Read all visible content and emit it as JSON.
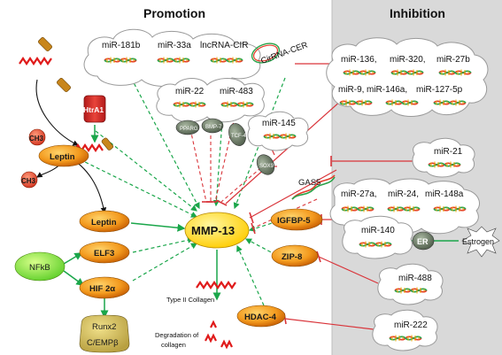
{
  "headers": {
    "promotion": "Promotion",
    "inhibition": "Inhibition"
  },
  "center": "MMP-13",
  "promotion_clouds": {
    "top": [
      "miR-181b",
      "miR-33a",
      "lncRNA-CIR"
    ],
    "mid": [
      "miR-22",
      "miR-483"
    ],
    "mid_small": "miR-145"
  },
  "factors": {
    "pparg": "PPARG",
    "bmp": "BMP-7",
    "tcf": "TCF-4",
    "sox": "SOX9"
  },
  "left_nodes": {
    "htra1": "HtrA1",
    "ch3_top": "CH3",
    "leptin_top": "Leptin",
    "ch3_bottom": "CH3",
    "leptin": "Leptin",
    "elf3": "ELF3",
    "hif": "HIF 2α",
    "nfkb": "NFkB",
    "runx2": "Runx2",
    "cebp": "C/EMPβ"
  },
  "right_nodes": {
    "igfbp": "IGFBP-5",
    "zip8": "ZIP-8",
    "hdac": "HDAC-4",
    "er": "ER",
    "estrogen": "Estrogen",
    "gas5": "GAS5",
    "circrna": "CirRNA-CER"
  },
  "inhibition_clouds": {
    "big_row1": [
      "miR-136,",
      "miR-320,",
      "miR-27b"
    ],
    "big_row2": [
      "miR-9,",
      "miR-146a,",
      "miR-127-5p"
    ],
    "mir21": "miR-21",
    "row3": [
      "miR-27a,",
      "miR-24,",
      "miR-148a"
    ],
    "mir140": "miR-140",
    "mir488": "miR-488",
    "mir222": "miR-222"
  },
  "outputs": {
    "collagen2": "Type II Collagen",
    "degradation": [
      "Degradation of",
      "collagen"
    ]
  },
  "colors": {
    "green_arrow": "#1aa64a",
    "red_inhibit": "#d9343a",
    "inhibition_bg": "#d8d8d8",
    "node_orange": "#f08a1c",
    "center_yellow": "#ffd700"
  }
}
